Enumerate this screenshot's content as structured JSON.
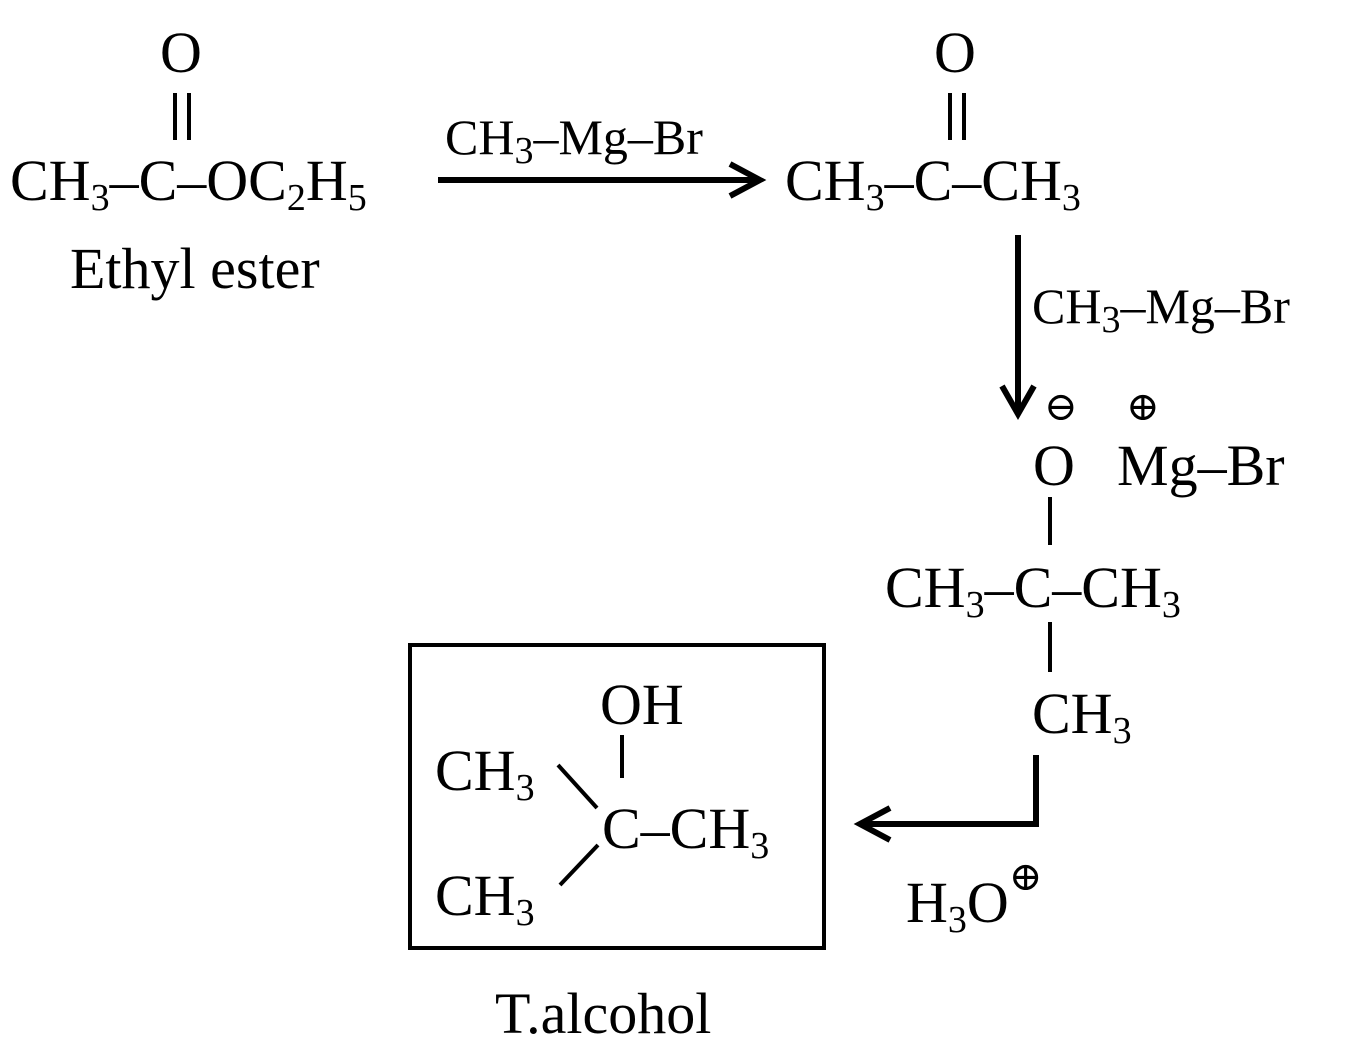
{
  "reactant": {
    "ch3": "CH",
    "ch3_sub": "3",
    "dash1": "–C–OC",
    "c2_sub": "2",
    "h": "H",
    "h5_sub": "5",
    "oxygen": "O",
    "name": "Ethyl ester"
  },
  "reagent_1": {
    "ch": "CH",
    "sub": "3",
    "rest": "–Mg–Br"
  },
  "ketone": {
    "oxygen": "O",
    "ch3_left": "CH",
    "sub_left": "3",
    "middle": "–C–CH",
    "sub_right": "3"
  },
  "reagent_2": {
    "ch": "CH",
    "sub": "3",
    "rest": "–Mg–Br"
  },
  "alkoxide": {
    "minus": "⊖",
    "plus": "⊕",
    "oxygen": "O",
    "mgbr": "Mg–Br",
    "ch3_left": "CH",
    "sub_left": "3",
    "middle": "–C–CH",
    "sub_right": "3",
    "ch3_bottom": "CH",
    "sub_bottom": "3"
  },
  "reagent_3": {
    "h": "H",
    "sub": "3",
    "o": "O",
    "plus": "⊕"
  },
  "product": {
    "oh": "OH",
    "ch3_top": "CH",
    "sub_top": "3",
    "carbon": "C–CH",
    "sub_right": "3",
    "ch3_bottom": "CH",
    "sub_bottom": "3",
    "name": "T.alcohol"
  }
}
